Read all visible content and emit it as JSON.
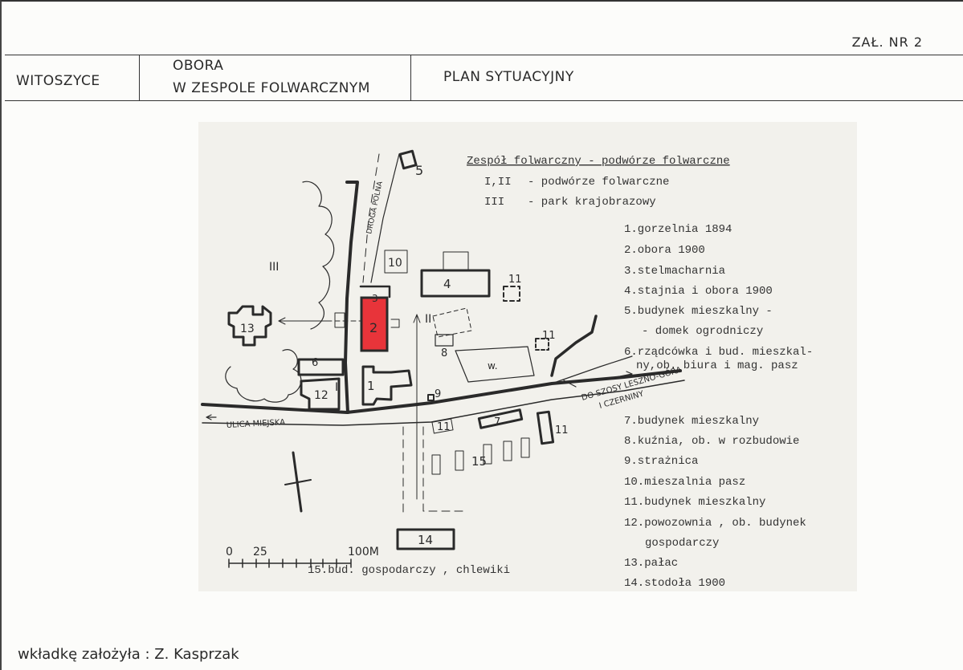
{
  "attachment_label": "ZAŁ. NR 2",
  "header": {
    "place": "WITOSZYCE",
    "object_line1": "OBORA",
    "object_line2": "W ZESPOLE FOLWARCZNYM",
    "sheet_type": "PLAN SYTUACYJNY"
  },
  "map": {
    "legend_title": "Zespół folwarczny - podwórze folwarczne",
    "zones": [
      {
        "code": "I,II",
        "desc": "- podwórze folwarczne"
      },
      {
        "code": "III",
        "desc": "- park krajobrazowy"
      }
    ],
    "legend_items": [
      "1.gorzelnia 1894",
      "2.obora 1900",
      "3.stelmacharnia",
      "4.stajnia i obora 1900",
      "5.budynek mieszkalny -",
      "- domek ogrodniczy",
      "6.rządcówka i bud. mieszkal-",
      "ny,ob. biura i mag. pasz",
      "7.budynek mieszkalny",
      "8.kuźnia, ob. w rozbudowie",
      "9.strażnica",
      "10.mieszalnia pasz",
      "11.budynek mieszkalny",
      "12.powozownia , ob. budynek",
      "gospodarczy",
      "13.pałac",
      "14.stodoła 1900",
      "15.bud. gospodarczy , chlewiki"
    ],
    "labels": {
      "road_polna": "DROGA POLNA",
      "street": "ULICA MIEJSKA",
      "to_road_line1": "DO SZOSY LESZNO-GÓRA",
      "to_road_line2": "I CZERNINY",
      "zone_i": "I",
      "zone_ii": "II",
      "zone_iii": "III",
      "pond": "w.",
      "n1": "1",
      "n2": "2",
      "n3": "3",
      "n4": "4",
      "n5": "5",
      "n6": "6",
      "n7": "7",
      "n8": "8",
      "n9": "9",
      "n10": "10",
      "n11a": "11",
      "n11b": "11",
      "n11c": "11",
      "n11d": "11",
      "n12": "12",
      "n13": "13",
      "n14": "14",
      "n15": "15"
    },
    "scale": {
      "tick0": "0",
      "tick25": "25",
      "tick100": "100M"
    },
    "highlight_color": "#e8343a"
  },
  "footer": "wkładkę założyła : Z. Kasprzak"
}
